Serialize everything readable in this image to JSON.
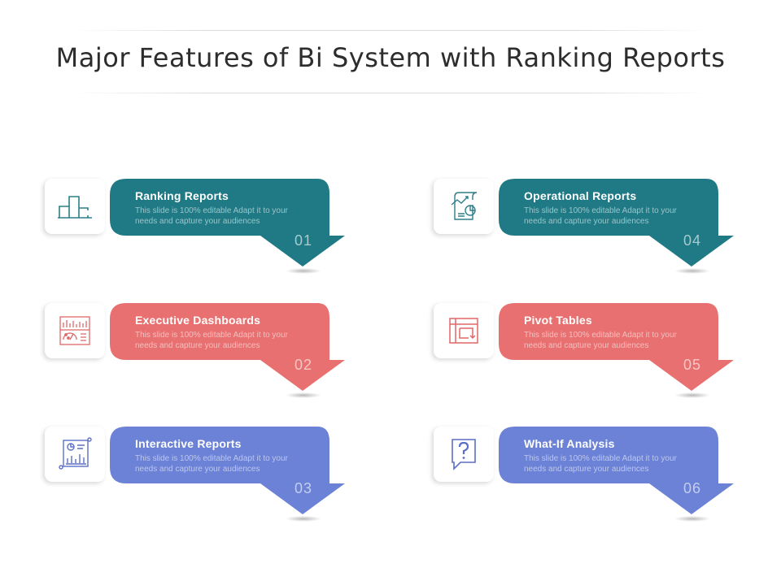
{
  "title": "Major Features of Bi System with Ranking Reports",
  "colors": {
    "teal": "#1F7A85",
    "coral": "#E87070",
    "blue": "#6B82D6",
    "icon_teal": "#2D7E88",
    "icon_coral": "#E06666",
    "icon_blue": "#5B6FC6"
  },
  "features": [
    {
      "number": "01",
      "title": "Ranking Reports",
      "description": "This slide is 100% editable Adapt it to your needs and capture your audiences",
      "icon": "podium-icon"
    },
    {
      "number": "02",
      "title": "Executive Dashboards",
      "description": "This slide is 100% editable Adapt it to your needs and capture your audiences",
      "icon": "dashboard-icon"
    },
    {
      "number": "03",
      "title": "Interactive Reports",
      "description": "This slide is 100% editable Adapt it to your needs and capture your audiences",
      "icon": "report-chart-icon"
    },
    {
      "number": "04",
      "title": "Operational Reports",
      "description": "This slide is 100% editable Adapt it to your needs and capture your audiences",
      "icon": "document-chart-icon"
    },
    {
      "number": "05",
      "title": "Pivot Tables",
      "description": "This slide is 100% editable Adapt it to your needs and capture your audiences",
      "icon": "pivot-table-icon"
    },
    {
      "number": "06",
      "title": "What-If Analysis",
      "description": "This slide is 100% editable Adapt it to your needs and capture your audiences",
      "icon": "question-bubble-icon"
    }
  ]
}
